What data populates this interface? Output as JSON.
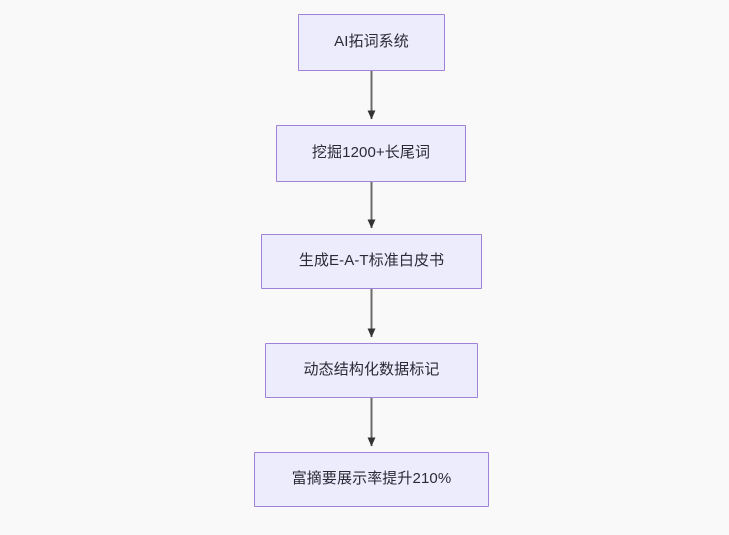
{
  "diagram": {
    "type": "flowchart",
    "direction": "top-down",
    "background_color": "#f9f9f9",
    "node_fill_color": "#ececfd",
    "node_border_color": "#a082d8",
    "node_text_color": "#2b2b36",
    "edge_color": "#6b6b6b",
    "arrowhead_color": "#333333",
    "nodes": [
      {
        "id": "node-0",
        "label": "AI拓词系统"
      },
      {
        "id": "node-1",
        "label": "挖掘1200+长尾词"
      },
      {
        "id": "node-2",
        "label": "生成E-A-T标准白皮书"
      },
      {
        "id": "node-3",
        "label": "动态结构化数据标记"
      },
      {
        "id": "node-4",
        "label": "富摘要展示率提升210%"
      }
    ],
    "edges": [
      {
        "from": "node-0",
        "to": "node-1",
        "label": ""
      },
      {
        "from": "node-1",
        "to": "node-2",
        "label": ""
      },
      {
        "from": "node-2",
        "to": "node-3",
        "label": ""
      },
      {
        "from": "node-3",
        "to": "node-4",
        "label": ""
      }
    ]
  }
}
